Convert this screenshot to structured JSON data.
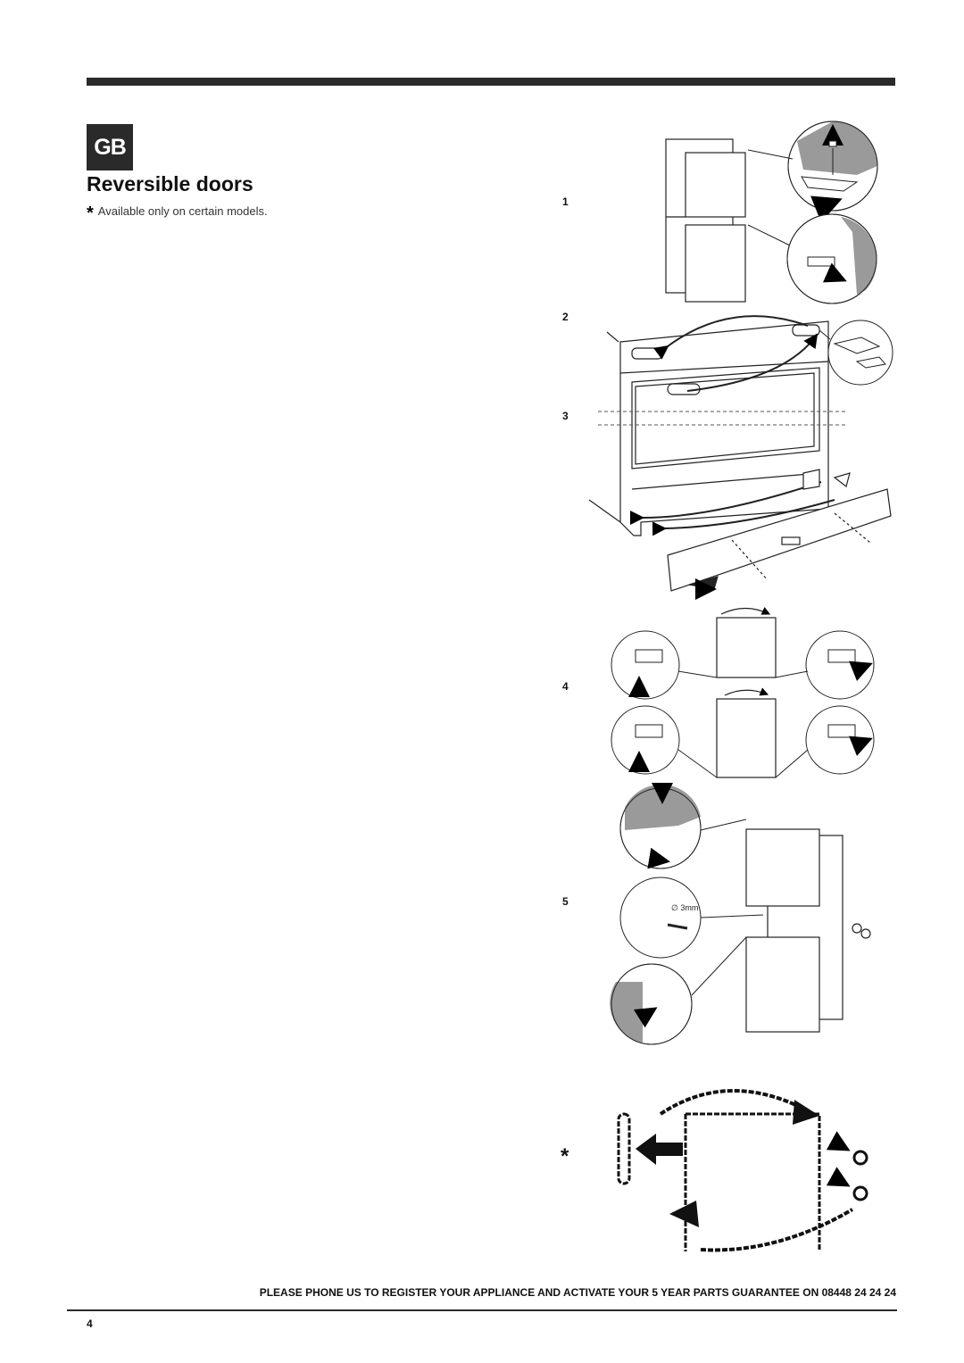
{
  "header": {
    "language_badge": "GB",
    "title": "Reversible doors",
    "note_marker": "*",
    "note_text": "Available only on certain models."
  },
  "steps": {
    "s1": "1",
    "s2": "2",
    "s3": "3",
    "s4": "4",
    "s5": "5",
    "optional": "*"
  },
  "figure_labels": {
    "drill_size": "∅ 3mm"
  },
  "footer": {
    "notice": "PLEASE PHONE US TO REGISTER YOUR APPLIANCE AND ACTIVATE YOUR 5 YEAR PARTS GUARANTEE ON 08448 24 24 24",
    "page_number": "4"
  },
  "colors": {
    "rule": "#2a2a2a",
    "detail_grey": "#9a9a9a"
  }
}
